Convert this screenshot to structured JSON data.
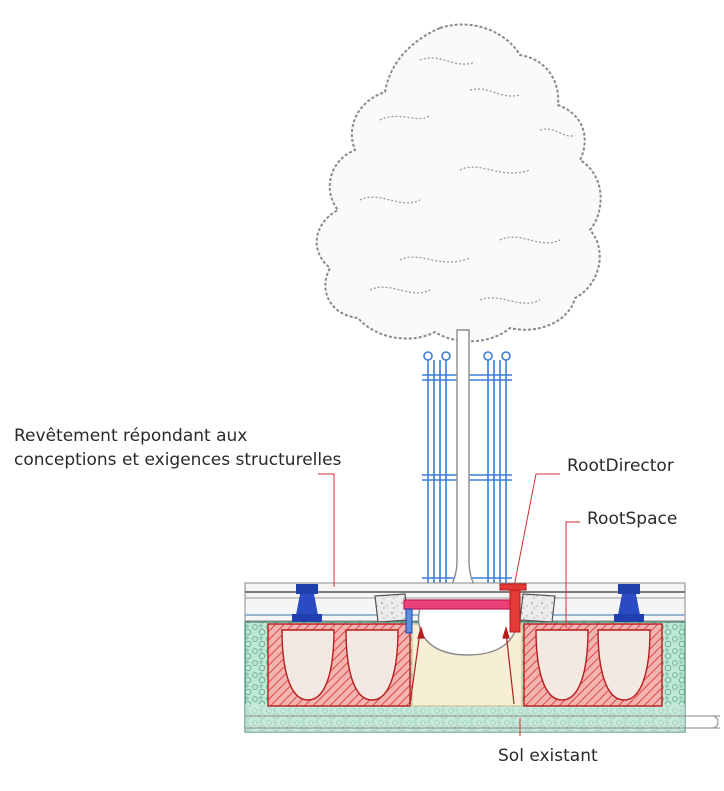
{
  "labels": {
    "revetement_line1": "Revêtement répondant aux",
    "revetement_line2": "conceptions et exigences structurelles",
    "rootdirector": "RootDirector",
    "rootspace": "RootSpace",
    "sol_existant": "Sol existant"
  },
  "colors": {
    "leader_line": "#d32f2f",
    "tree_outline": "#8a8a8a",
    "tree_guard": "#3b7fd9",
    "soil_fill": "#bfe8d4",
    "rootspace_cell": "#e53935",
    "root_director": "#e91e63",
    "pedestal": "#1f3fae",
    "concrete": "#e6e6e6"
  }
}
